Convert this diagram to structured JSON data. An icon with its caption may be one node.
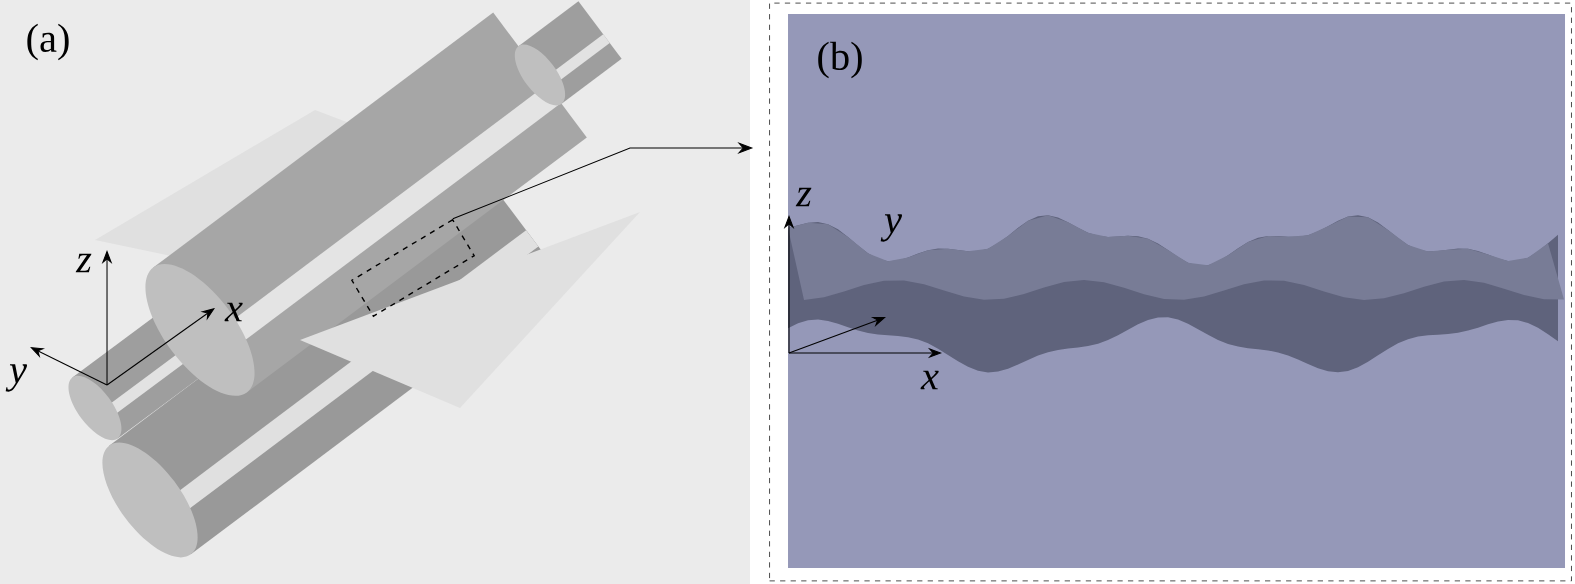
{
  "diagram": {
    "nodes": [
      {
        "text": [],
        "shape": "box"
      },
      {
        "text": [],
        "shape": "box"
      }
    ],
    "edges": [
      {
        "from": 0,
        "to": 1,
        "arrow": "to"
      }
    ],
    "labels": [
      "(a)",
      "z",
      "x",
      "y",
      "(b)",
      "z",
      "y",
      "x"
    ]
  }
}
